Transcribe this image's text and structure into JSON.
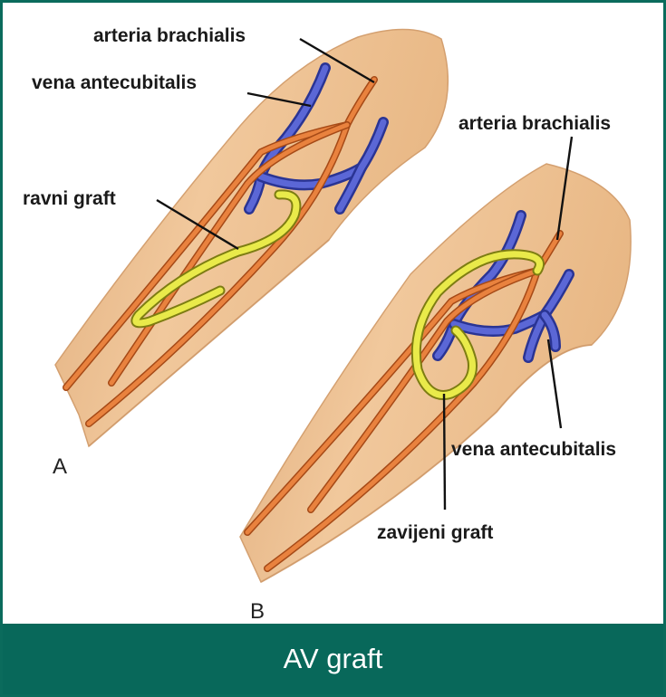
{
  "labels": {
    "panel_a": {
      "arteria_brachialis": "arteria brachialis",
      "vena_antecubitalis": "vena antecubitalis",
      "ravni_graft": "ravni graft",
      "panel_letter": "A"
    },
    "panel_b": {
      "arteria_brachialis": "arteria brachialis",
      "vena_antecubitalis": "vena antecubitalis",
      "zavijeni_graft": "zavijeni graft",
      "panel_letter": "B"
    }
  },
  "footer": {
    "title": "AV graft"
  },
  "colors": {
    "skin": "#efc396",
    "skin_shadow": "#d9a677",
    "artery": "#e9823e",
    "vein": "#4a55c8",
    "graft": "#e9ea4a",
    "footer_bg": "#08685a",
    "border": "#0b6b5c"
  }
}
